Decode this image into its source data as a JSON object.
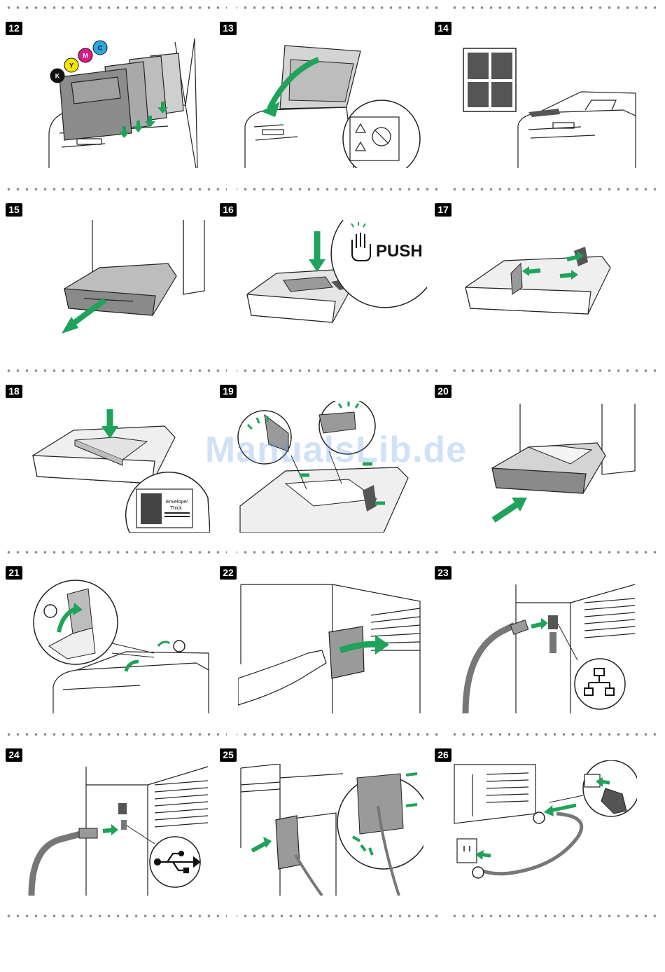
{
  "steps": [
    "12",
    "13",
    "14",
    "15",
    "16",
    "17",
    "18",
    "19",
    "20",
    "21",
    "22",
    "23",
    "24",
    "25",
    "26"
  ],
  "toner_labels": [
    "C",
    "M",
    "Y",
    "K"
  ],
  "colors": {
    "cyan": "#29a8e0",
    "magenta": "#e0168c",
    "yellow": "#f2e600",
    "black": "#111111",
    "arrow_green": "#1fa25a",
    "watermark": "#5a96e6"
  },
  "push_label": "PUSH",
  "tray_label": {
    "line1": "Envelope/",
    "line2": "Thick"
  },
  "watermark": "ManualsLib.de",
  "icons": [
    "arrow-icon",
    "ethernet-network-icon",
    "usb-icon",
    "hand-press-icon",
    "warning-icon"
  ]
}
